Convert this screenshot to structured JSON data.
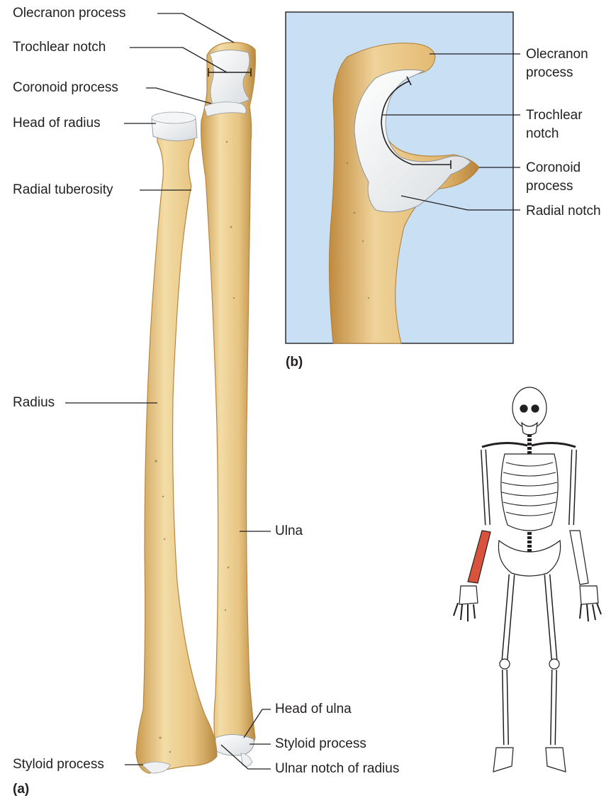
{
  "panel_a": {
    "letter": "(a)",
    "labels": {
      "olecranon_process": "Olecranon process",
      "trochlear_notch": "Trochlear notch",
      "coronoid_process": "Coronoid process",
      "head_of_radius": "Head of radius",
      "radial_tuberosity": "Radial tuberosity",
      "radius": "Radius",
      "ulna": "Ulna",
      "head_of_ulna": "Head of ulna",
      "styloid_process_ulna": "Styloid process",
      "styloid_process_radius": "Styloid process",
      "ulnar_notch_of_radius": "Ulnar notch of radius"
    }
  },
  "panel_b": {
    "letter": "(b)",
    "labels": {
      "olecranon_process": "Olecranon process",
      "trochlear_notch": "Trochlear notch",
      "coronoid_process": "Coronoid process",
      "radial_notch": "Radial notch"
    }
  },
  "colors": {
    "bone": "#e8c98a",
    "bone_shadow": "#c99a4e",
    "bone_light": "#f6e4b8",
    "cartilage": "#eef0f2",
    "panel_b_background": "#c9dff3",
    "highlight_forearm": "#d9533c",
    "leader_line": "#231f20"
  }
}
